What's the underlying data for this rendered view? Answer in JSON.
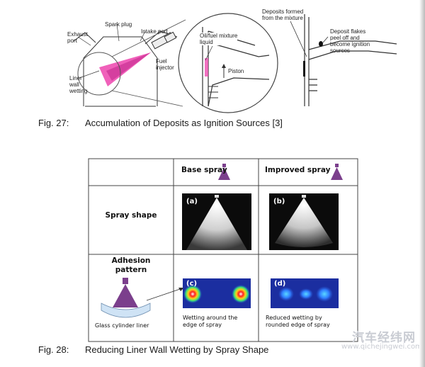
{
  "fig27": {
    "labels": {
      "exhaust_port": "Exhaust\nport",
      "spark_plug": "Spark plug",
      "intake_port": "Intake port",
      "fuel_injector": "Fuel\ninjector",
      "liner_wall_wetting": "Liner\nwall\nwetting",
      "mixture_liquid": "Oil/fuel mixture\nliquid",
      "piston": "Piston",
      "deposits_formed": "Deposits formed\nfrom the mixture",
      "deposit_flakes": "Deposit flakes\npeel off and\nbecome ignition\nsources"
    },
    "caption_num": "Fig. 27:",
    "caption_text": "Accumulation of Deposits as Ignition Sources [3]"
  },
  "fig28": {
    "col_base": "Base spray",
    "col_improved": "Improved spray",
    "row_spray": "Spray shape",
    "row_adhesion": "Adhesion\npattern",
    "panel_a": "(a)",
    "panel_b": "(b)",
    "panel_c": "(c)",
    "panel_d": "(d)",
    "liner_label": "Glass cylinder liner",
    "note_c": "Wetting around the\nedge of spray",
    "note_d": "Reduced wetting by\nrounded edge of spray",
    "caption_num": "Fig. 28:",
    "caption_text": "Reducing Liner Wall Wetting by Spray Shape"
  },
  "watermark": {
    "title": "汽车经纬网",
    "url": "www.qichejingwei.com"
  },
  "colors": {
    "spray_purple": "#7b3f8c",
    "wetting_pink": "#ee4fb2",
    "heat_blue": "#1b2ea0"
  }
}
